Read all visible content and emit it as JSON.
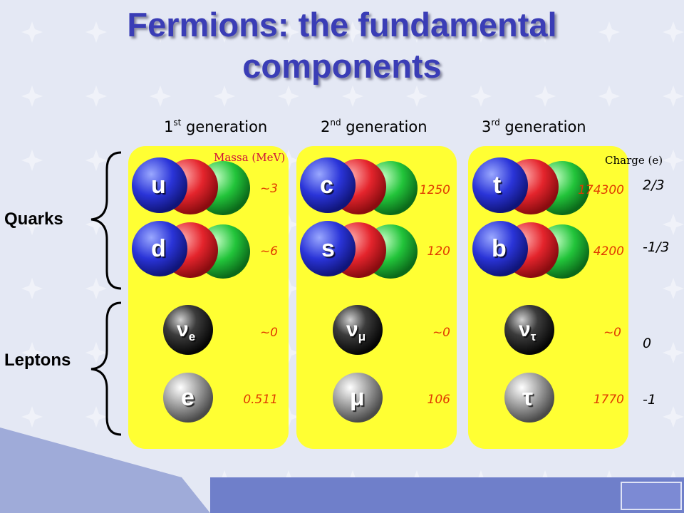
{
  "title": {
    "line1": "Fermions: the fundamental",
    "line2": "components"
  },
  "generations": [
    {
      "num": "1",
      "sup": "st",
      "label": "generation"
    },
    {
      "num": "2",
      "sup": "nd",
      "label": "generation"
    },
    {
      "num": "3",
      "sup": "rd",
      "label": "generation"
    }
  ],
  "mass_header": "Massa (MeV)",
  "charge_header": "Charge (e)",
  "groups": {
    "quarks": "Quarks",
    "leptons": "Leptons"
  },
  "charges": [
    "2/3",
    "-1/3",
    "0",
    "-1"
  ],
  "particles": {
    "gen1": {
      "up": "u",
      "down": "d",
      "neutrino": "ν",
      "neutrino_sub": "e",
      "lepton": "e"
    },
    "gen2": {
      "up": "c",
      "down": "s",
      "neutrino": "ν",
      "neutrino_sub": "μ",
      "lepton": "μ"
    },
    "gen3": {
      "up": "t",
      "down": "b",
      "neutrino": "ν",
      "neutrino_sub": "τ",
      "lepton": "τ"
    }
  },
  "masses": {
    "gen1": [
      "~3",
      "~6",
      "~0",
      "0.511"
    ],
    "gen2": [
      "1250",
      "120",
      "~0",
      "106"
    ],
    "gen3": [
      "174300",
      "4200",
      "~0",
      "1770"
    ]
  },
  "colors": {
    "title": "#3a3db6",
    "panel": "#ffff33",
    "mass_text": "#e03a00",
    "mass_header": "#d0103a",
    "quark_blue": "#2a34d8",
    "quark_red": "#e4242c",
    "quark_green": "#22c43a",
    "neutrino": "#1e1e1e",
    "lepton": "#8a8a8a"
  }
}
